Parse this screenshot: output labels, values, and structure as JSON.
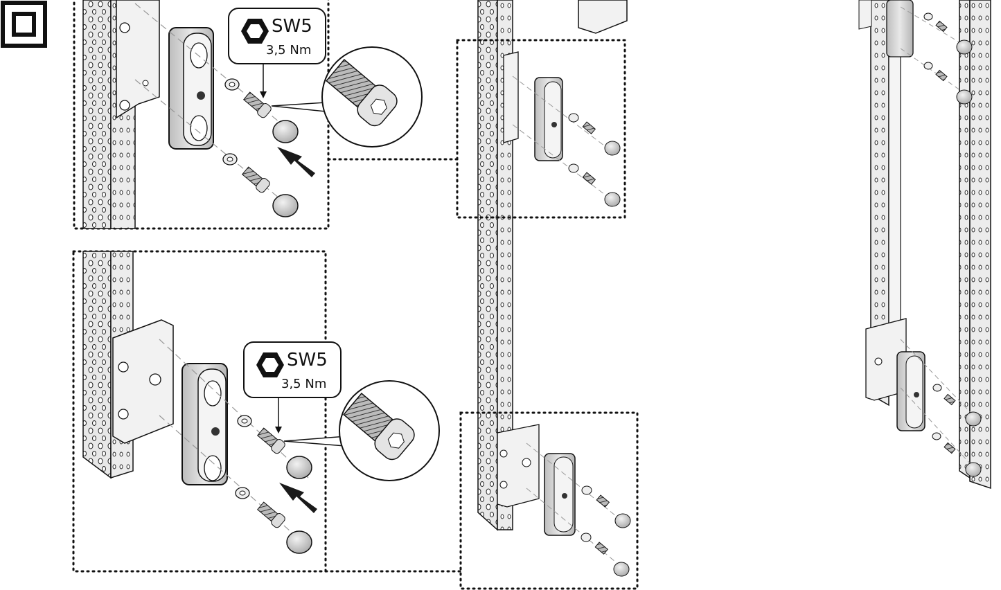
{
  "step_icon": "double-square-icon",
  "callouts": [
    {
      "tool": "SW5",
      "torque": "3,5 Nm",
      "tool_icon": "hex-key-icon"
    },
    {
      "tool": "SW5",
      "torque": "3,5 Nm",
      "tool_icon": "hex-key-icon"
    }
  ],
  "colors": {
    "line": "#1a1a1a",
    "rail_fill": "#e6e6e6",
    "block_fill": "#cfcfcf",
    "cap_fill": "#d8d8d8",
    "arrow": "#1a1a1a"
  }
}
